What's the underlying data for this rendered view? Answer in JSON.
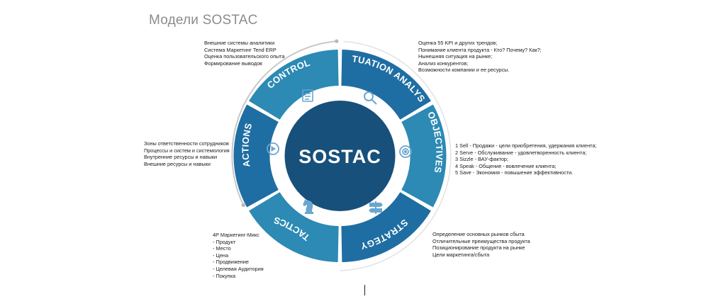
{
  "title": "Модели SOSTAC",
  "center_label": "SOSTAC",
  "segments": [
    {
      "id": "situation",
      "label": "SITUATION ANALYSIS",
      "color": "#1f6ea3",
      "icon": "magnifier-icon"
    },
    {
      "id": "objectives",
      "label": "OBJECTIVES",
      "color": "#2c8ab4",
      "icon": "target-icon"
    },
    {
      "id": "strategy",
      "label": "STRATEGY",
      "color": "#1f6ea3",
      "icon": "signpost-icon"
    },
    {
      "id": "tactics",
      "label": "TACTICS",
      "color": "#2c8ab4",
      "icon": "chess-knight-icon"
    },
    {
      "id": "actions",
      "label": "ACTIONS",
      "color": "#1f6ea3",
      "icon": "play-icon"
    },
    {
      "id": "control",
      "label": "CONTROL",
      "color": "#2c8ab4",
      "icon": "checklist-icon"
    }
  ],
  "notes": {
    "control": [
      "Внешние системы аналитики",
      "Система Маркетинг Tend ERP",
      "Оценка пользовательского опыта",
      "Формирование выводов"
    ],
    "situation": [
      "Оценка 55 KPI и других трендов;",
      "Понимание клиента продукта - Кто? Почему? Как?;",
      "Нынешняя ситуация на рынке;",
      "Анализ конкурентов;",
      "Возможности компании и ее ресурсы."
    ],
    "actions": [
      "Зоны ответственности сотрудников",
      "Процессы и систем и системология",
      "Внутренние ресурсы и навыки",
      "Внешние ресурсы и навыки"
    ],
    "objectives": [
      "1 Sell - Продажи - цели приобретения, удержания клиента;",
      "2 Serve - Обслуживание - удовлетворенность клиента;",
      "3 Sizzle - ВАУ-фактор;",
      "4 Speak - Общение - вовлечение клиента;",
      "5 Save - Экономия - повышение эффективности."
    ],
    "tactics": [
      "4P Маркетинг-Микс",
      "- Продукт",
      "- Место",
      "- Цена",
      "- Продвижение",
      "- Целевая Аудитория",
      "- Покупка"
    ],
    "strategy": [
      "Определение основных рынков сбыта",
      "Отличительные преимущества продукта",
      "Позиционирование продукта на рынке",
      "Цели маркетинга/сбыта"
    ]
  },
  "colors": {
    "center": "#17507a",
    "inner_ring": "#ffffff",
    "icon": "#6aa6cf",
    "outer_arc": "#c8c8c8"
  }
}
